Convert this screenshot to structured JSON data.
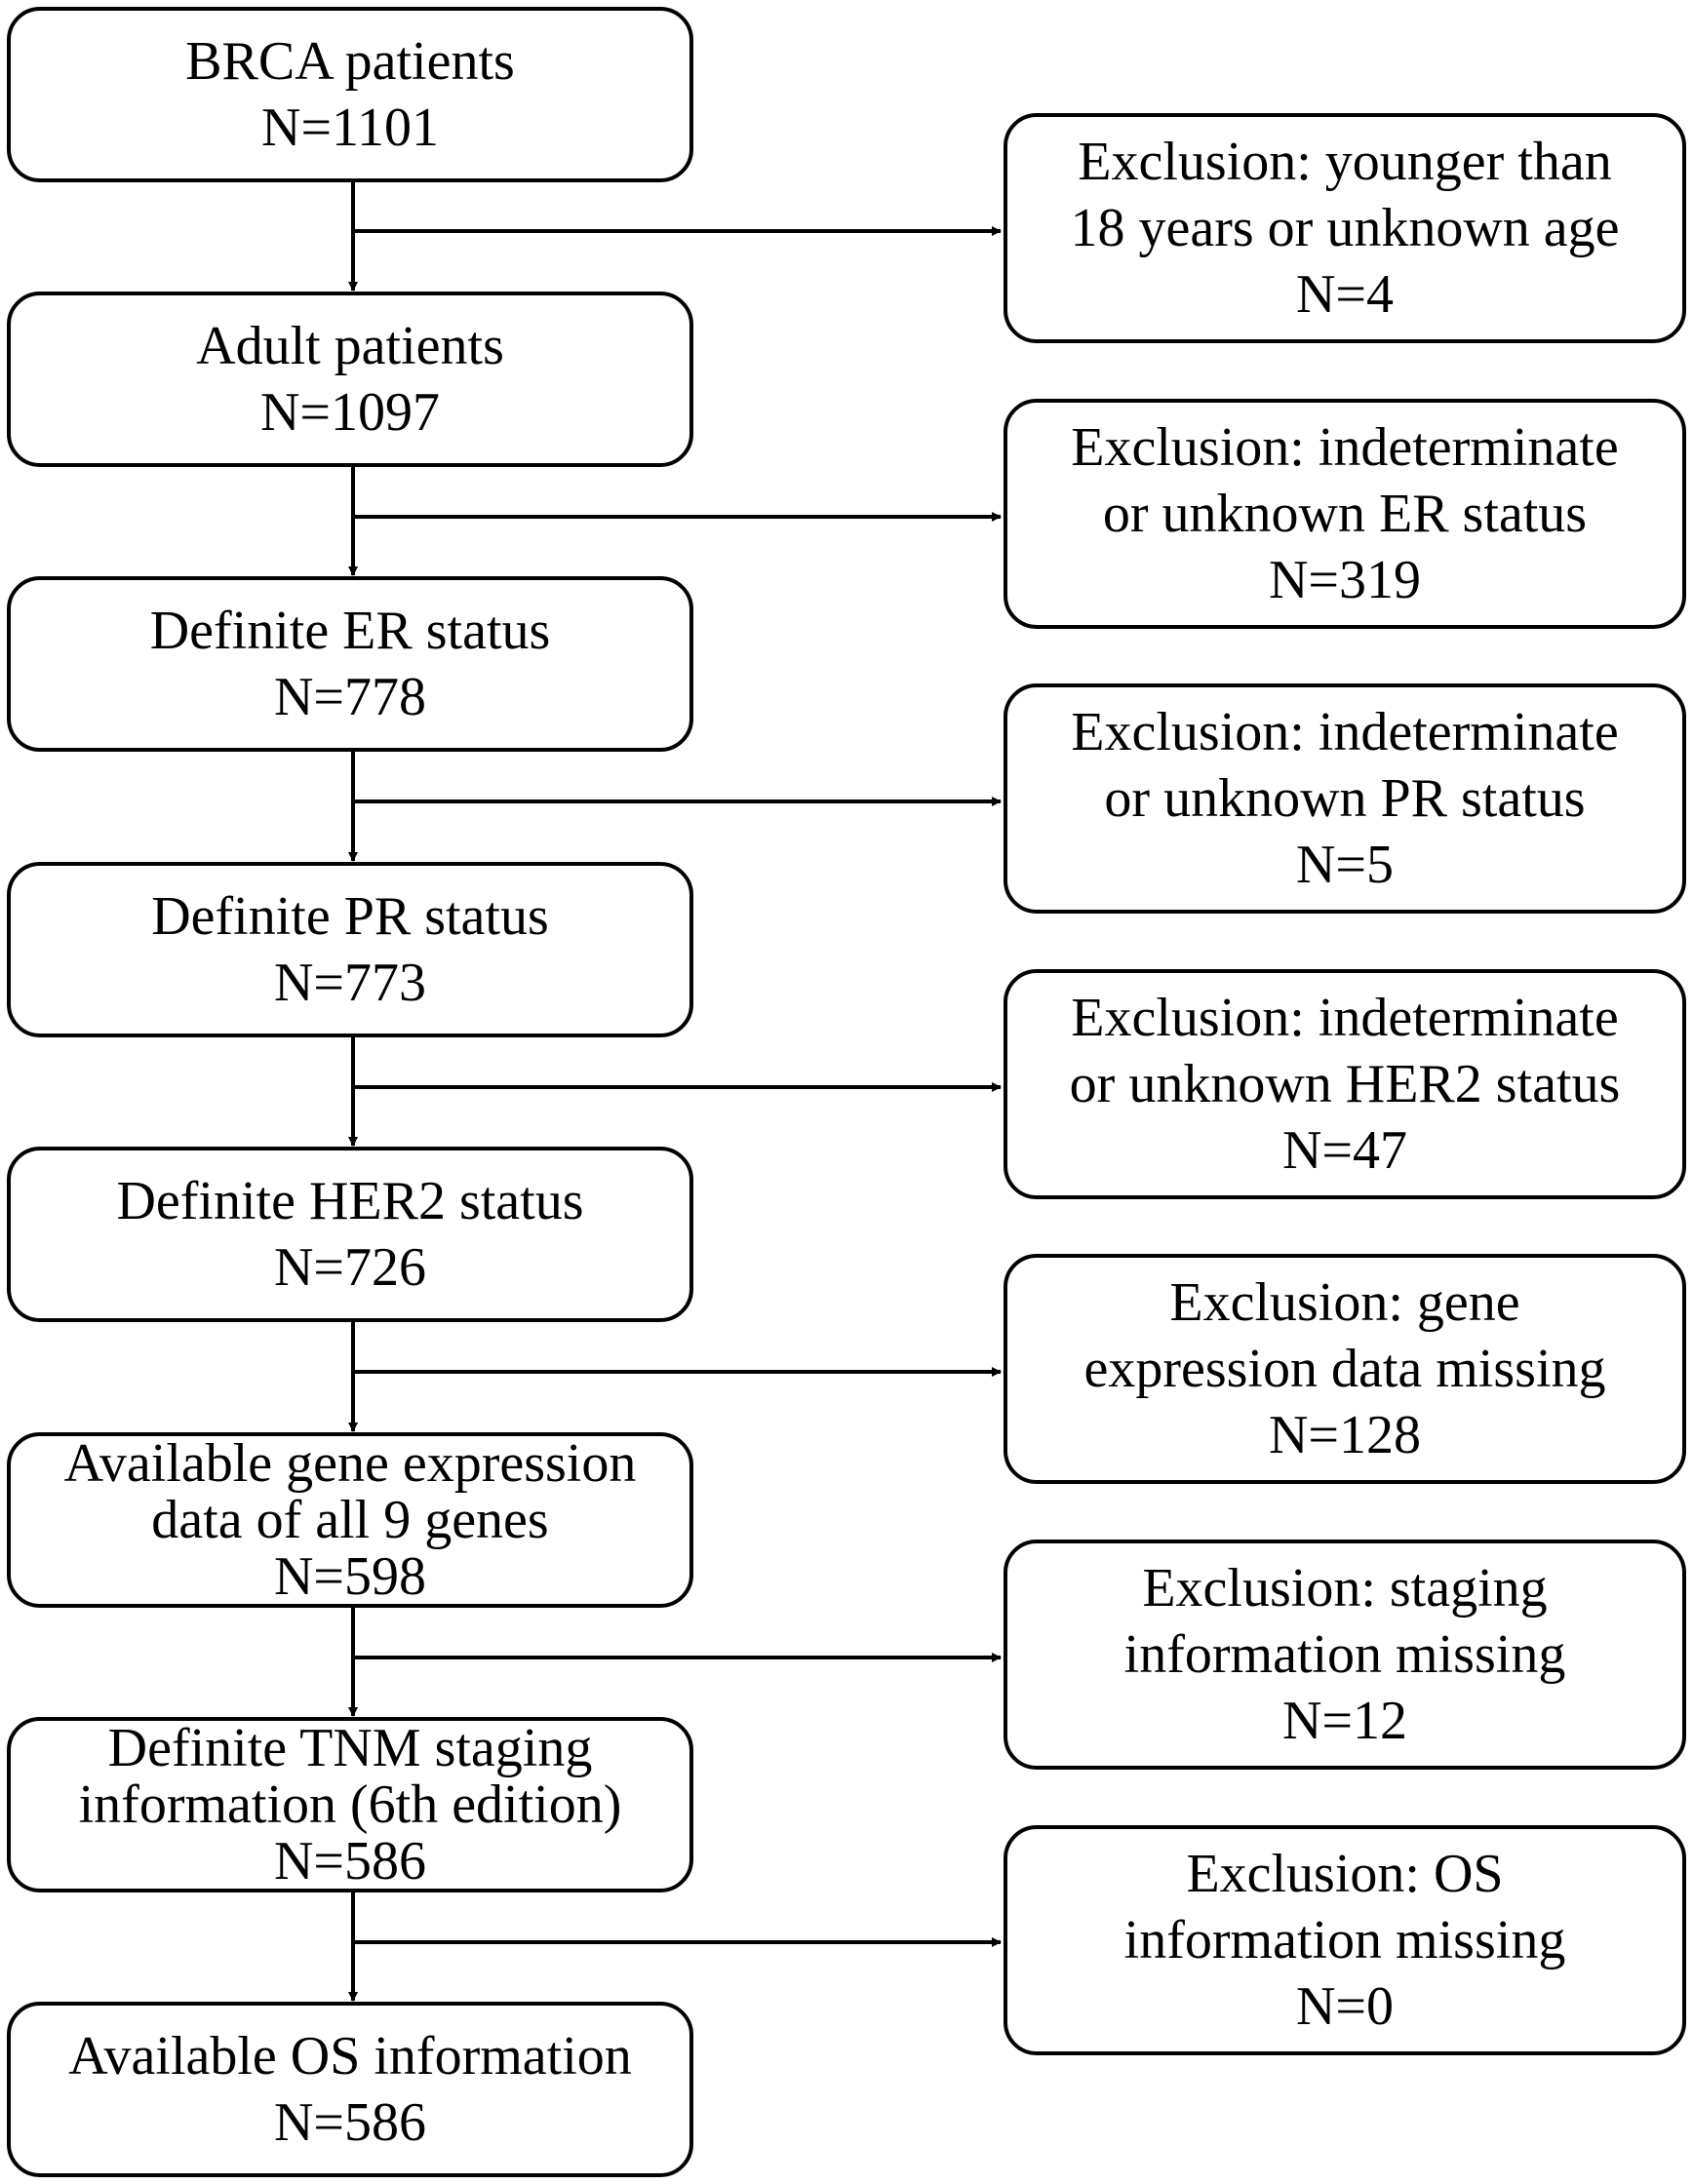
{
  "main_steps": [
    {
      "lines": [
        "BRCA patients",
        "N=1101"
      ]
    },
    {
      "lines": [
        "Adult patients",
        "N=1097"
      ]
    },
    {
      "lines": [
        "Definite ER status",
        "N=778"
      ]
    },
    {
      "lines": [
        "Definite PR status",
        "N=773"
      ]
    },
    {
      "lines": [
        "Definite HER2 status",
        "N=726"
      ]
    },
    {
      "lines": [
        "Available gene expression",
        "data of all 9 genes",
        "N=598"
      ]
    },
    {
      "lines": [
        "Definite TNM staging",
        "information (6th edition)",
        "N=586"
      ]
    },
    {
      "lines": [
        "Available OS information",
        "N=586"
      ]
    }
  ],
  "exclusions": [
    {
      "lines": [
        "Exclusion: younger than",
        "18 years or unknown age",
        "N=4"
      ]
    },
    {
      "lines": [
        "Exclusion: indeterminate",
        "or unknown ER status",
        "N=319"
      ]
    },
    {
      "lines": [
        "Exclusion: indeterminate",
        "or unknown PR status",
        "N=5"
      ]
    },
    {
      "lines": [
        "Exclusion: indeterminate",
        "or unknown HER2 status",
        "N=47"
      ]
    },
    {
      "lines": [
        "Exclusion: gene",
        "expression data missing",
        "N=128"
      ]
    },
    {
      "lines": [
        "Exclusion: staging",
        "information missing",
        "N=12"
      ]
    },
    {
      "lines": [
        "Exclusion: OS",
        "information missing",
        "N=0"
      ]
    }
  ],
  "colors": {
    "stroke": "#000000",
    "fill": "#ffffff"
  }
}
